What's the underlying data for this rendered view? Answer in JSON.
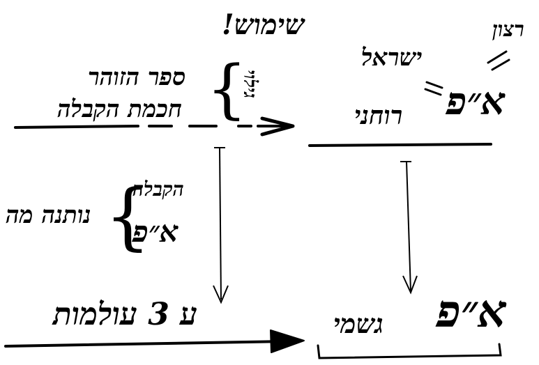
{
  "labels": {
    "usage": "שימוש!",
    "revelation": "גילוי",
    "zohar": "ספר הזוהר",
    "kabbalah_wisdom": "חכמת הקבלה",
    "will": "רצון",
    "israel": "ישראל",
    "ak_spiritual": "א״פ",
    "spiritual": "רוחני",
    "receiving": "הקבלה",
    "ak_middle": "א״פ",
    "what_gives": "נותנה מה",
    "to_3_worlds": "ע 3 עולמות",
    "ak_physical": "א״פ",
    "physical": "גשמי"
  },
  "colors": {
    "ink": "#000000",
    "background": "#ffffff"
  }
}
